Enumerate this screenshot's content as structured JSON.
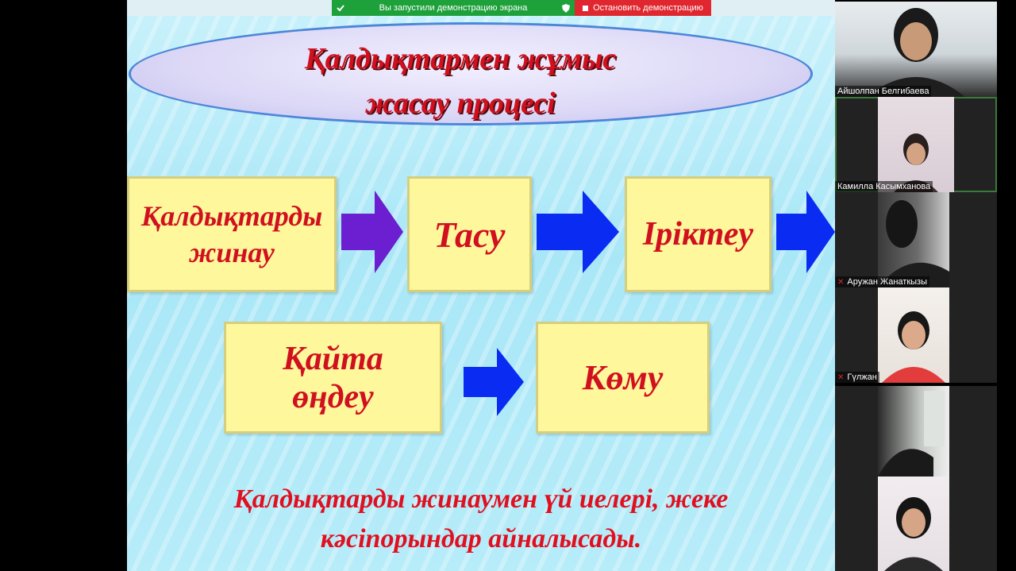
{
  "share_banner": {
    "message": "Вы запустили демонстрацию экрана",
    "stop_label": "Остановить демонстрацию"
  },
  "slide": {
    "title_line1": "Қалдықтармен жұмыс",
    "title_line2": "жасау процесі",
    "steps": [
      {
        "label": "Қалдықтарды\nжинау"
      },
      {
        "label": "Тасу"
      },
      {
        "label": "Іріктеу"
      },
      {
        "label": "Қайта\nөңдеу"
      },
      {
        "label": "Көму"
      }
    ],
    "footer_line1": "Қалдықтарды жинаумен үй иелері, жеке",
    "footer_line2": "кәсіпорындар айналысады."
  },
  "participants": [
    {
      "name": "Айшолпан Белгибаева",
      "muted": false
    },
    {
      "name": "Камилла Касымханова",
      "muted": false
    },
    {
      "name": "Аружан Жанаткызы",
      "muted": true
    },
    {
      "name": "Гүлжан",
      "muted": true
    }
  ],
  "colors": {
    "title_red": "#d0101f",
    "box_yellow": "#fff79c",
    "arrow_blue": "#0a2cf2",
    "arrow_purple": "#6b1fd0",
    "banner_green": "#1ea13a",
    "banner_red": "#e0262e"
  }
}
